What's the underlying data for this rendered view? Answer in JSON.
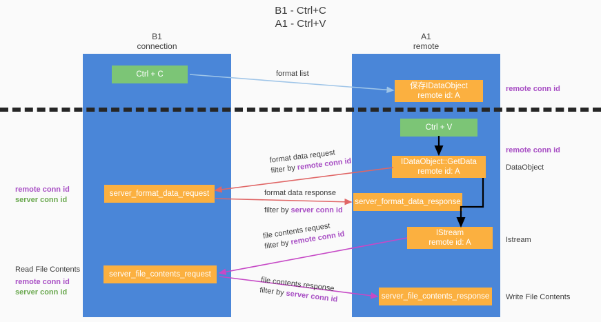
{
  "title": {
    "line1": "B1 - Ctrl+C",
    "line2": "A1 - Ctrl+V"
  },
  "lanes": [
    {
      "name": "B1",
      "sub": "connection",
      "color": "#4a86d8"
    },
    {
      "name": "A1",
      "sub": "remote",
      "color": "#4a86d8"
    }
  ],
  "colors": {
    "lane": "#4a86d8",
    "green_node": "#7cc576",
    "orange_node": "#fbb040",
    "separator": "#262626",
    "arrow_format_list": "#9fc5e8",
    "arrow_getdata": "#000000",
    "arrow_format_data": "#e06666",
    "arrow_file_contents": "#c649c6",
    "remote_conn_id": "#a84fc4",
    "server_conn_id": "#6aa84f"
  },
  "nodes": {
    "ctrl_c": {
      "line1": "Ctrl + C",
      "line2": ""
    },
    "save_idataobject": {
      "line1": "保存IDataObject",
      "line2": "remote id: A"
    },
    "ctrl_v": {
      "line1": "Ctrl + V",
      "line2": ""
    },
    "getdata": {
      "line1": "IDataObject::GetData",
      "line2": "remote id: A"
    },
    "server_format_data_request": {
      "line1": "server_format_data_request",
      "line2": ""
    },
    "server_format_data_response": {
      "line1": "server_format_data_response",
      "line2": ""
    },
    "istream": {
      "line1": "IStream",
      "line2": "remote id: A"
    },
    "server_file_contents_request": {
      "line1": "server_file_contents_request",
      "line2": ""
    },
    "server_file_contents_response": {
      "line1": "server_file_contents_response",
      "line2": ""
    }
  },
  "edges": {
    "format_list": {
      "label": "format list"
    },
    "format_data_request": {
      "label": "format data request",
      "filter_prefix": "filter by ",
      "filter_key": "remote conn id"
    },
    "format_data_response": {
      "label": "format data response",
      "filter_prefix": "filter by ",
      "filter_key": "server conn id"
    },
    "file_contents_request": {
      "label": "file contents request",
      "filter_prefix": "filter by ",
      "filter_key": "remote conn id"
    },
    "file_contents_response": {
      "label": "file contents response",
      "filter_prefix": "filter by ",
      "filter_key": "server conn id"
    }
  },
  "right_notes": {
    "remote_conn_id_top": "remote conn id",
    "remote_conn_id_mid": "remote conn id",
    "dataobject": "DataObject",
    "istream": "Istream",
    "write_file_contents": "Write File Contents"
  },
  "left_notes": {
    "remote_conn_id_a": "remote conn id",
    "server_conn_id_a": "server conn id",
    "read_file_contents": "Read File Contents",
    "remote_conn_id_b": "remote conn id",
    "server_conn_id_b": "server conn id"
  }
}
